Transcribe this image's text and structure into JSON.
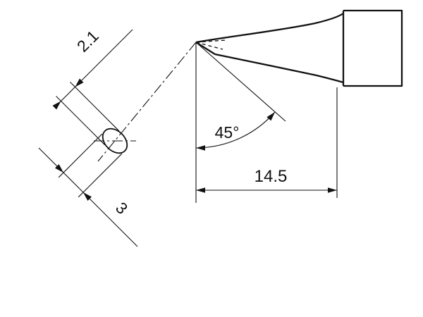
{
  "diagram": {
    "kind": "technical-drawing",
    "subject": "soldering-tip-bevel-profile",
    "line_color": "#111111",
    "background_color": "#ffffff",
    "labels": {
      "face_width": "2.1",
      "face_diameter": "3",
      "bevel_angle": "45°",
      "tip_length": "14.5"
    }
  }
}
